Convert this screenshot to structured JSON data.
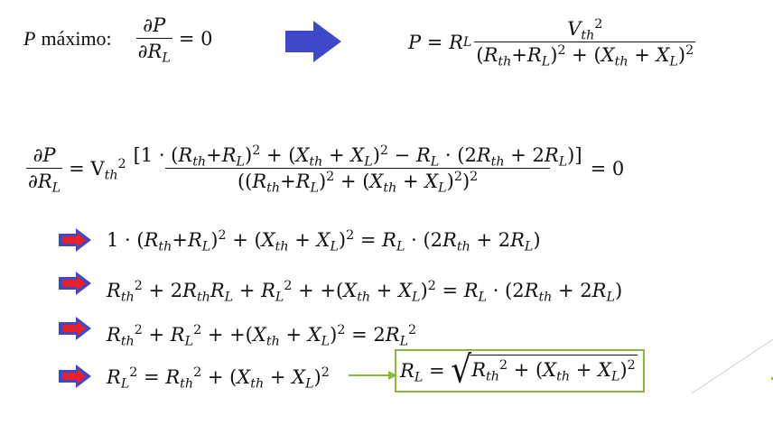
{
  "slide": {
    "background": "#ffffff",
    "accent_arrow_color": "#3e48c8",
    "accent_arrow_inner_color": "#e8202a",
    "result_border_color": "#8ab83a",
    "connector_arrow_color": "#8ab83a"
  },
  "header": {
    "label": "máximo:",
    "label_var": "P",
    "condition": {
      "num": "∂P",
      "den_main": "∂R",
      "den_sub": "L",
      "rhs": "= 0"
    },
    "arrow_icon": "right-arrow-blue",
    "power_formula": {
      "lhs": "P = R",
      "lhs_sub": "L",
      "num_main": "V",
      "num_sub": "th",
      "num_sup": "2",
      "den": "(R_th+R_L)^2 + (X_th + X_L)^2"
    }
  },
  "derivative": {
    "lhs_num": "∂P",
    "lhs_den_main": "∂R",
    "lhs_den_sub": "L",
    "factor_main": "= V",
    "factor_sub": "th",
    "factor_sup": "2",
    "numerator": "[1 · (R_th+R_L)^2 + (X_th + X_L)^2 − R_L · (2R_th + 2R_L)]",
    "denominator": "((R_th+R_L)^2 + (X_th + X_L)^2)^2",
    "rhs": "= 0"
  },
  "steps": [
    {
      "icon": "right-arrow-red-blue",
      "equation": "1 · (R_th+R_L)^2 + (X_th + X_L)^2 = R_L · (2R_th + 2R_L)"
    },
    {
      "icon": "right-arrow-red-blue",
      "equation": "R_th^2 + 2R_th R_L + R_L^2 + +(X_th + X_L)^2 = R_L · (2R_th + 2R_L)"
    },
    {
      "icon": "right-arrow-red-blue",
      "equation": "R_th^2 + R_L^2 + +(X_th + X_L)^2 = 2R_L^2"
    },
    {
      "icon": "right-arrow-red-blue",
      "equation": "R_L^2 = R_th^2 + (X_th + X_L)^2"
    }
  ],
  "result": {
    "connector_icon": "right-arrow-green",
    "equation": "R_L = √(R_th^2 + (X_th + X_L)^2)"
  }
}
